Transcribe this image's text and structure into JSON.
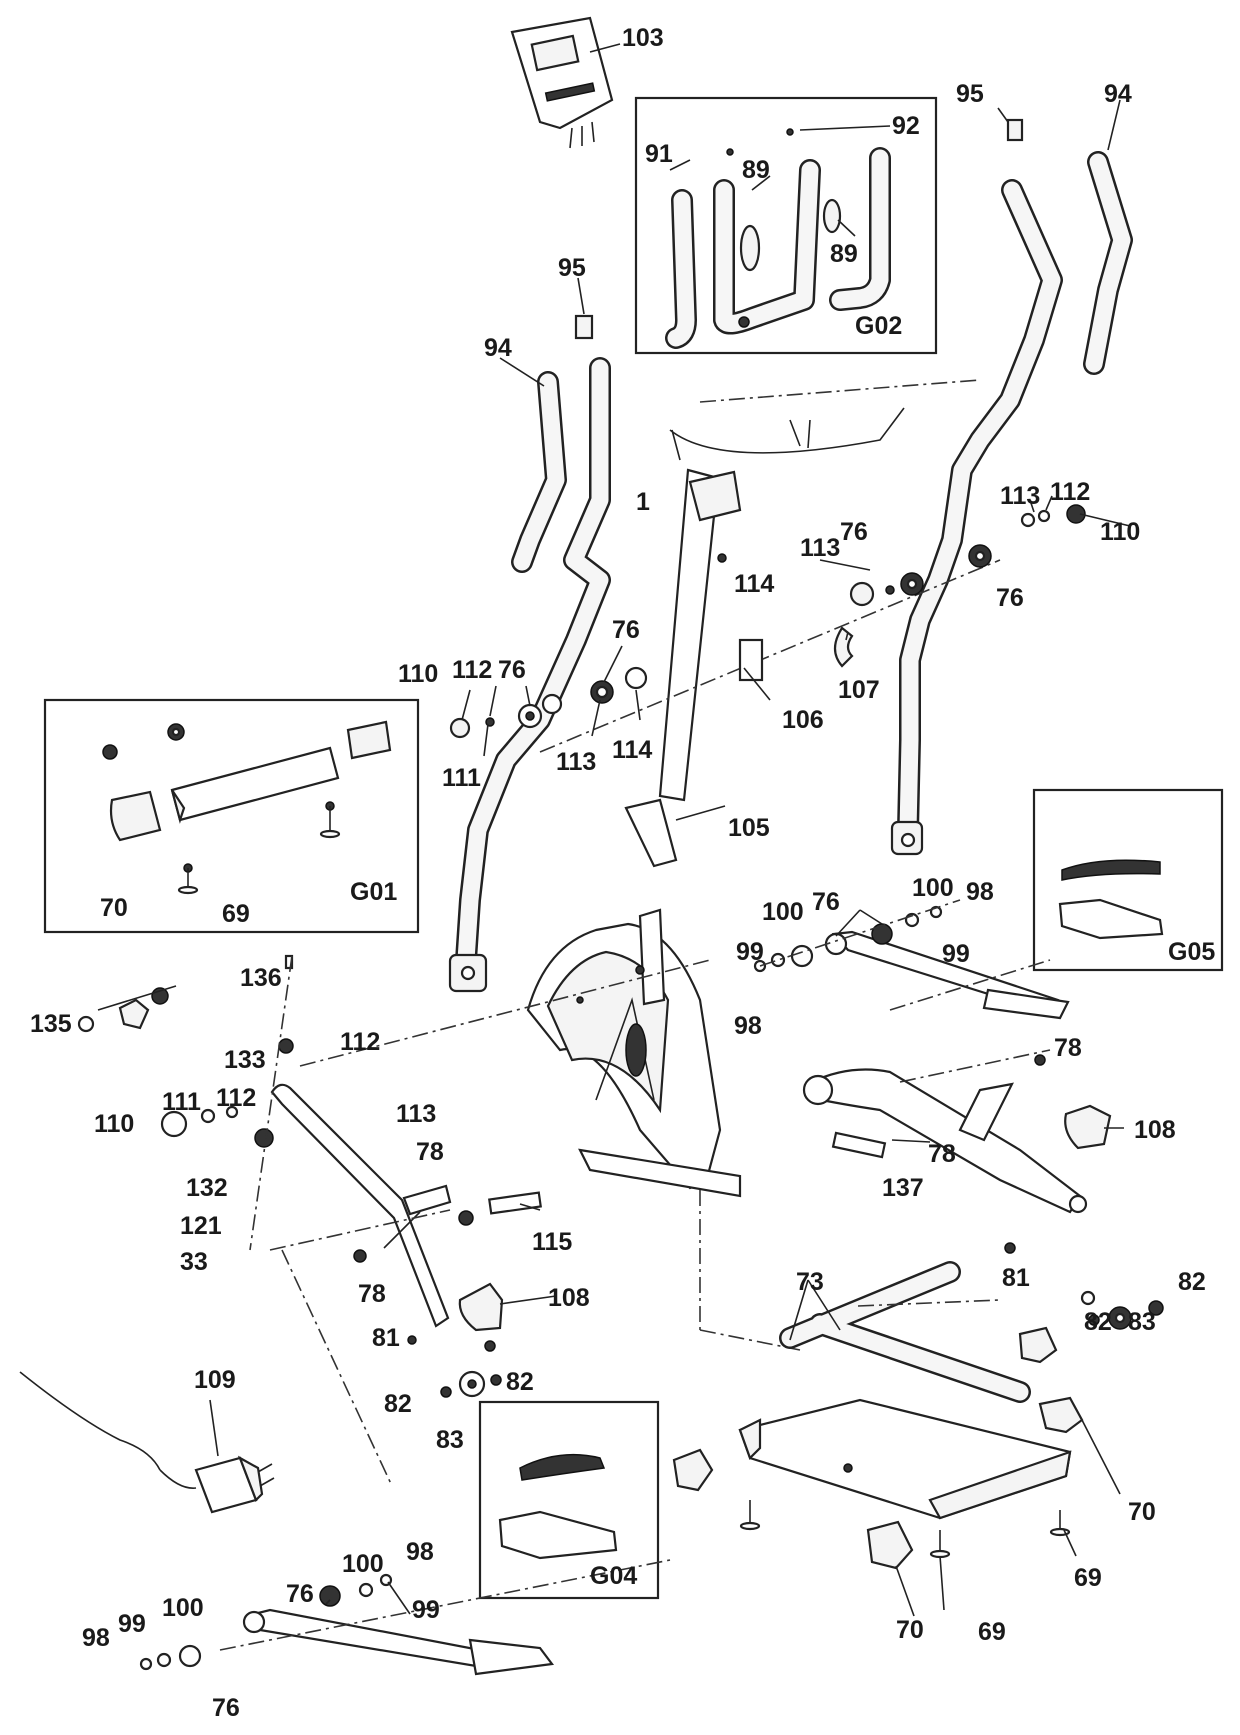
{
  "labels": {
    "l103": "103",
    "l92": "92",
    "l91": "91",
    "l89a": "89",
    "l89b": "89",
    "lG02": "G02",
    "l95a": "95",
    "l94a": "94",
    "l95b": "95",
    "l94b": "94",
    "l1": "1",
    "l113a": "113",
    "l112a": "112",
    "l110a": "110",
    "l113b": "113",
    "l76a": "76",
    "l114a": "114",
    "l76b": "76",
    "l107": "107",
    "l106": "106",
    "l110b": "110",
    "l112b": "112",
    "l76c": "76",
    "l76d": "76",
    "l111a": "111",
    "l113c": "113",
    "l114b": "114",
    "l70a": "70",
    "l69a": "69",
    "lG01": "G01",
    "l105": "105",
    "l100a": "100",
    "l98a": "98",
    "l100b": "100",
    "l76e": "76",
    "l99a": "99",
    "l99b": "99",
    "l98b": "98",
    "lG05": "G05",
    "l136": "136",
    "l135": "135",
    "l133": "133",
    "l112c": "112",
    "l113d": "113",
    "l110c": "110",
    "l111b": "111",
    "l112d": "112",
    "l132": "132",
    "l121": "121",
    "l33": "33",
    "l78a": "78",
    "l78b": "78",
    "l115": "115",
    "l78c": "78",
    "l78d": "78",
    "l108a": "108",
    "l137": "137",
    "l108b": "108",
    "l81a": "81",
    "l82a": "82",
    "l83a": "83",
    "l82b": "82",
    "l109": "109",
    "l81b": "81",
    "l82c": "82",
    "l82d": "82",
    "l83b": "83",
    "l73": "73",
    "l70b": "70",
    "l69b": "69",
    "lG04": "G04",
    "l100c": "100",
    "l98c": "98",
    "l76f": "76",
    "l99c": "99",
    "l70c": "70",
    "l69c": "69",
    "l98d": "98",
    "l99d": "99",
    "l100d": "100",
    "l76g": "76"
  }
}
